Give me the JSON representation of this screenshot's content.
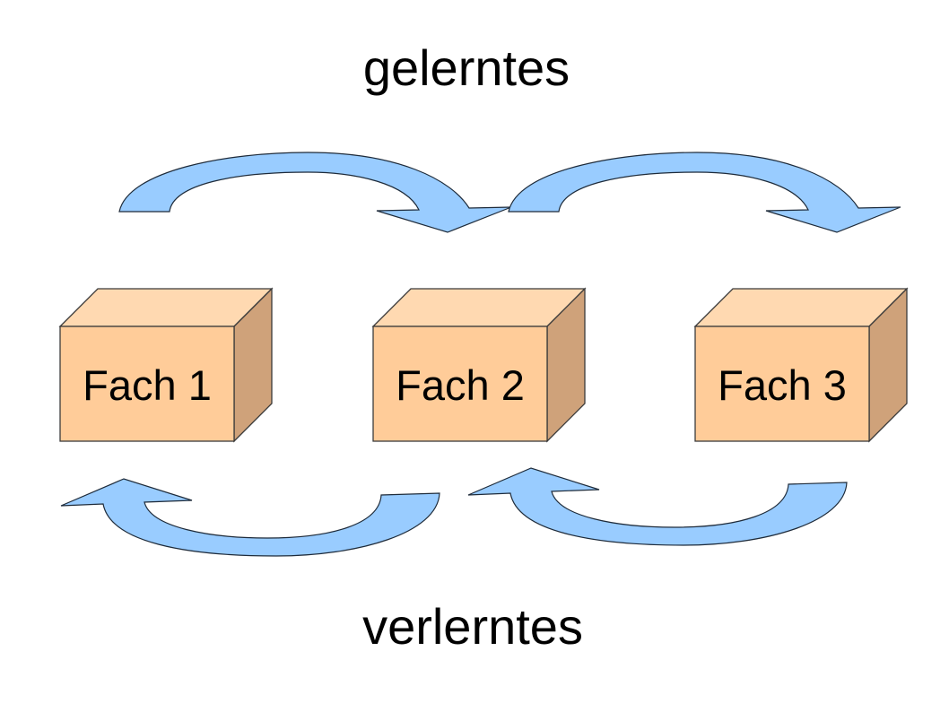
{
  "diagram": {
    "title_top": "gelerntes",
    "title_bottom": "verlerntes",
    "colors": {
      "box_front": "#ffcc99",
      "box_top": "#ffd9b1",
      "box_side": "#cfa27a",
      "arrow_fill": "#99ccff",
      "text": "#000000"
    },
    "boxes": [
      {
        "id": "fach-1",
        "label": "Fach 1"
      },
      {
        "id": "fach-2",
        "label": "Fach 2"
      },
      {
        "id": "fach-3",
        "label": "Fach 3"
      }
    ],
    "arrows": [
      {
        "id": "learned-1-to-2",
        "from": "Fach 1",
        "to": "Fach 2",
        "direction": "forward",
        "group": "gelerntes"
      },
      {
        "id": "learned-2-to-3",
        "from": "Fach 2",
        "to": "Fach 3",
        "direction": "forward",
        "group": "gelerntes"
      },
      {
        "id": "forgotten-2-to-1",
        "from": "Fach 2",
        "to": "Fach 1",
        "direction": "backward",
        "group": "verlerntes"
      },
      {
        "id": "forgotten-3-to-2",
        "from": "Fach 3",
        "to": "Fach 2",
        "direction": "backward",
        "group": "verlerntes"
      }
    ]
  }
}
